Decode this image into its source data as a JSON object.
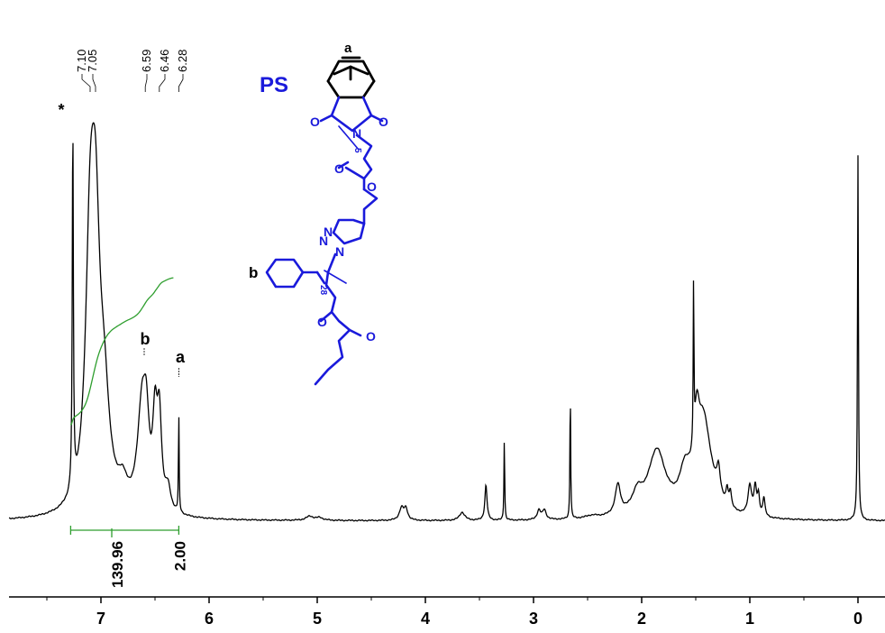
{
  "chart_data": {
    "type": "line",
    "title": "",
    "xlabel": "",
    "ylabel": "",
    "xlim": [
      7.85,
      -0.25
    ],
    "x_reversed": true,
    "x_ticks": [
      {
        "value": 7,
        "label": "7"
      },
      {
        "value": 6,
        "label": "6"
      },
      {
        "value": 5,
        "label": "5"
      },
      {
        "value": 4,
        "label": "4"
      },
      {
        "value": 3,
        "label": "3"
      },
      {
        "value": 2,
        "label": "2"
      },
      {
        "value": 1,
        "label": "1"
      },
      {
        "value": 0,
        "label": "0"
      }
    ],
    "grid": false,
    "spectrum_peaks": [
      {
        "ppm": 7.26,
        "height": 1.35,
        "width": 0.006
      },
      {
        "ppm": 7.1,
        "height": 0.86,
        "width": 0.05
      },
      {
        "ppm": 7.05,
        "height": 0.86,
        "width": 0.05
      },
      {
        "ppm": 6.97,
        "height": 0.33,
        "width": 0.06
      },
      {
        "ppm": 6.8,
        "height": 0.08,
        "width": 0.05
      },
      {
        "ppm": 6.62,
        "height": 0.38,
        "width": 0.05
      },
      {
        "ppm": 6.58,
        "height": 0.22,
        "width": 0.03
      },
      {
        "ppm": 6.5,
        "height": 0.3,
        "width": 0.025
      },
      {
        "ppm": 6.46,
        "height": 0.32,
        "width": 0.025
      },
      {
        "ppm": 6.38,
        "height": 0.08,
        "width": 0.03
      },
      {
        "ppm": 6.28,
        "height": 0.36,
        "width": 0.004
      },
      {
        "ppm": 5.07,
        "height": 0.015,
        "width": 0.04
      },
      {
        "ppm": 4.98,
        "height": 0.01,
        "width": 0.04
      },
      {
        "ppm": 4.22,
        "height": 0.045,
        "width": 0.025
      },
      {
        "ppm": 4.18,
        "height": 0.04,
        "width": 0.02
      },
      {
        "ppm": 3.66,
        "height": 0.03,
        "width": 0.03
      },
      {
        "ppm": 3.44,
        "height": 0.13,
        "width": 0.012
      },
      {
        "ppm": 3.27,
        "height": 0.3,
        "width": 0.004
      },
      {
        "ppm": 2.95,
        "height": 0.035,
        "width": 0.02
      },
      {
        "ppm": 2.9,
        "height": 0.035,
        "width": 0.02
      },
      {
        "ppm": 2.66,
        "height": 0.48,
        "width": 0.004
      },
      {
        "ppm": 2.46,
        "height": 0.01,
        "width": 0.08
      },
      {
        "ppm": 2.22,
        "height": 0.11,
        "width": 0.03
      },
      {
        "ppm": 2.04,
        "height": 0.07,
        "width": 0.06
      },
      {
        "ppm": 1.86,
        "height": 0.24,
        "width": 0.1
      },
      {
        "ppm": 1.6,
        "height": 0.12,
        "width": 0.06
      },
      {
        "ppm": 1.52,
        "height": 0.6,
        "width": 0.004
      },
      {
        "ppm": 1.43,
        "height": 0.36,
        "width": 0.09
      },
      {
        "ppm": 1.49,
        "height": 0.18,
        "width": 0.025
      },
      {
        "ppm": 1.29,
        "height": 0.1,
        "width": 0.02
      },
      {
        "ppm": 1.21,
        "height": 0.06,
        "width": 0.012
      },
      {
        "ppm": 1.18,
        "height": 0.06,
        "width": 0.012
      },
      {
        "ppm": 1.0,
        "height": 0.11,
        "width": 0.02
      },
      {
        "ppm": 0.95,
        "height": 0.1,
        "width": 0.015
      },
      {
        "ppm": 0.92,
        "height": 0.07,
        "width": 0.012
      },
      {
        "ppm": 0.87,
        "height": 0.07,
        "width": 0.012
      },
      {
        "ppm": 0.0,
        "height": 1.35,
        "width": 0.005
      }
    ],
    "peak_labels": [
      {
        "ppm": 7.1,
        "label": "7.10"
      },
      {
        "ppm": 7.05,
        "label": "7.05"
      },
      {
        "ppm": 6.59,
        "label": "6.59"
      },
      {
        "ppm": 6.46,
        "label": "6.46"
      },
      {
        "ppm": 6.28,
        "label": "6.28"
      }
    ],
    "integral": {
      "range": [
        7.28,
        6.28
      ],
      "values": [
        {
          "ppm": 6.85,
          "label": "139.96"
        },
        {
          "ppm": 6.27,
          "label": "2.00"
        }
      ]
    },
    "annotations": [
      {
        "text": "*",
        "ppm": 7.35
      },
      {
        "text": "b",
        "ppm": 6.6
      },
      {
        "text": "a",
        "ppm": 6.28
      }
    ]
  },
  "structure": {
    "label": "PS",
    "atom_labels": [
      "a",
      "b",
      "N",
      "O",
      "O",
      "O",
      "O",
      "N",
      "N",
      "N",
      "O",
      "O"
    ],
    "subscripts": [
      "5",
      "28"
    ]
  },
  "colors": {
    "spectrum": "#000000",
    "integral": "#2e9e2e",
    "structure": "#1a1adb"
  }
}
